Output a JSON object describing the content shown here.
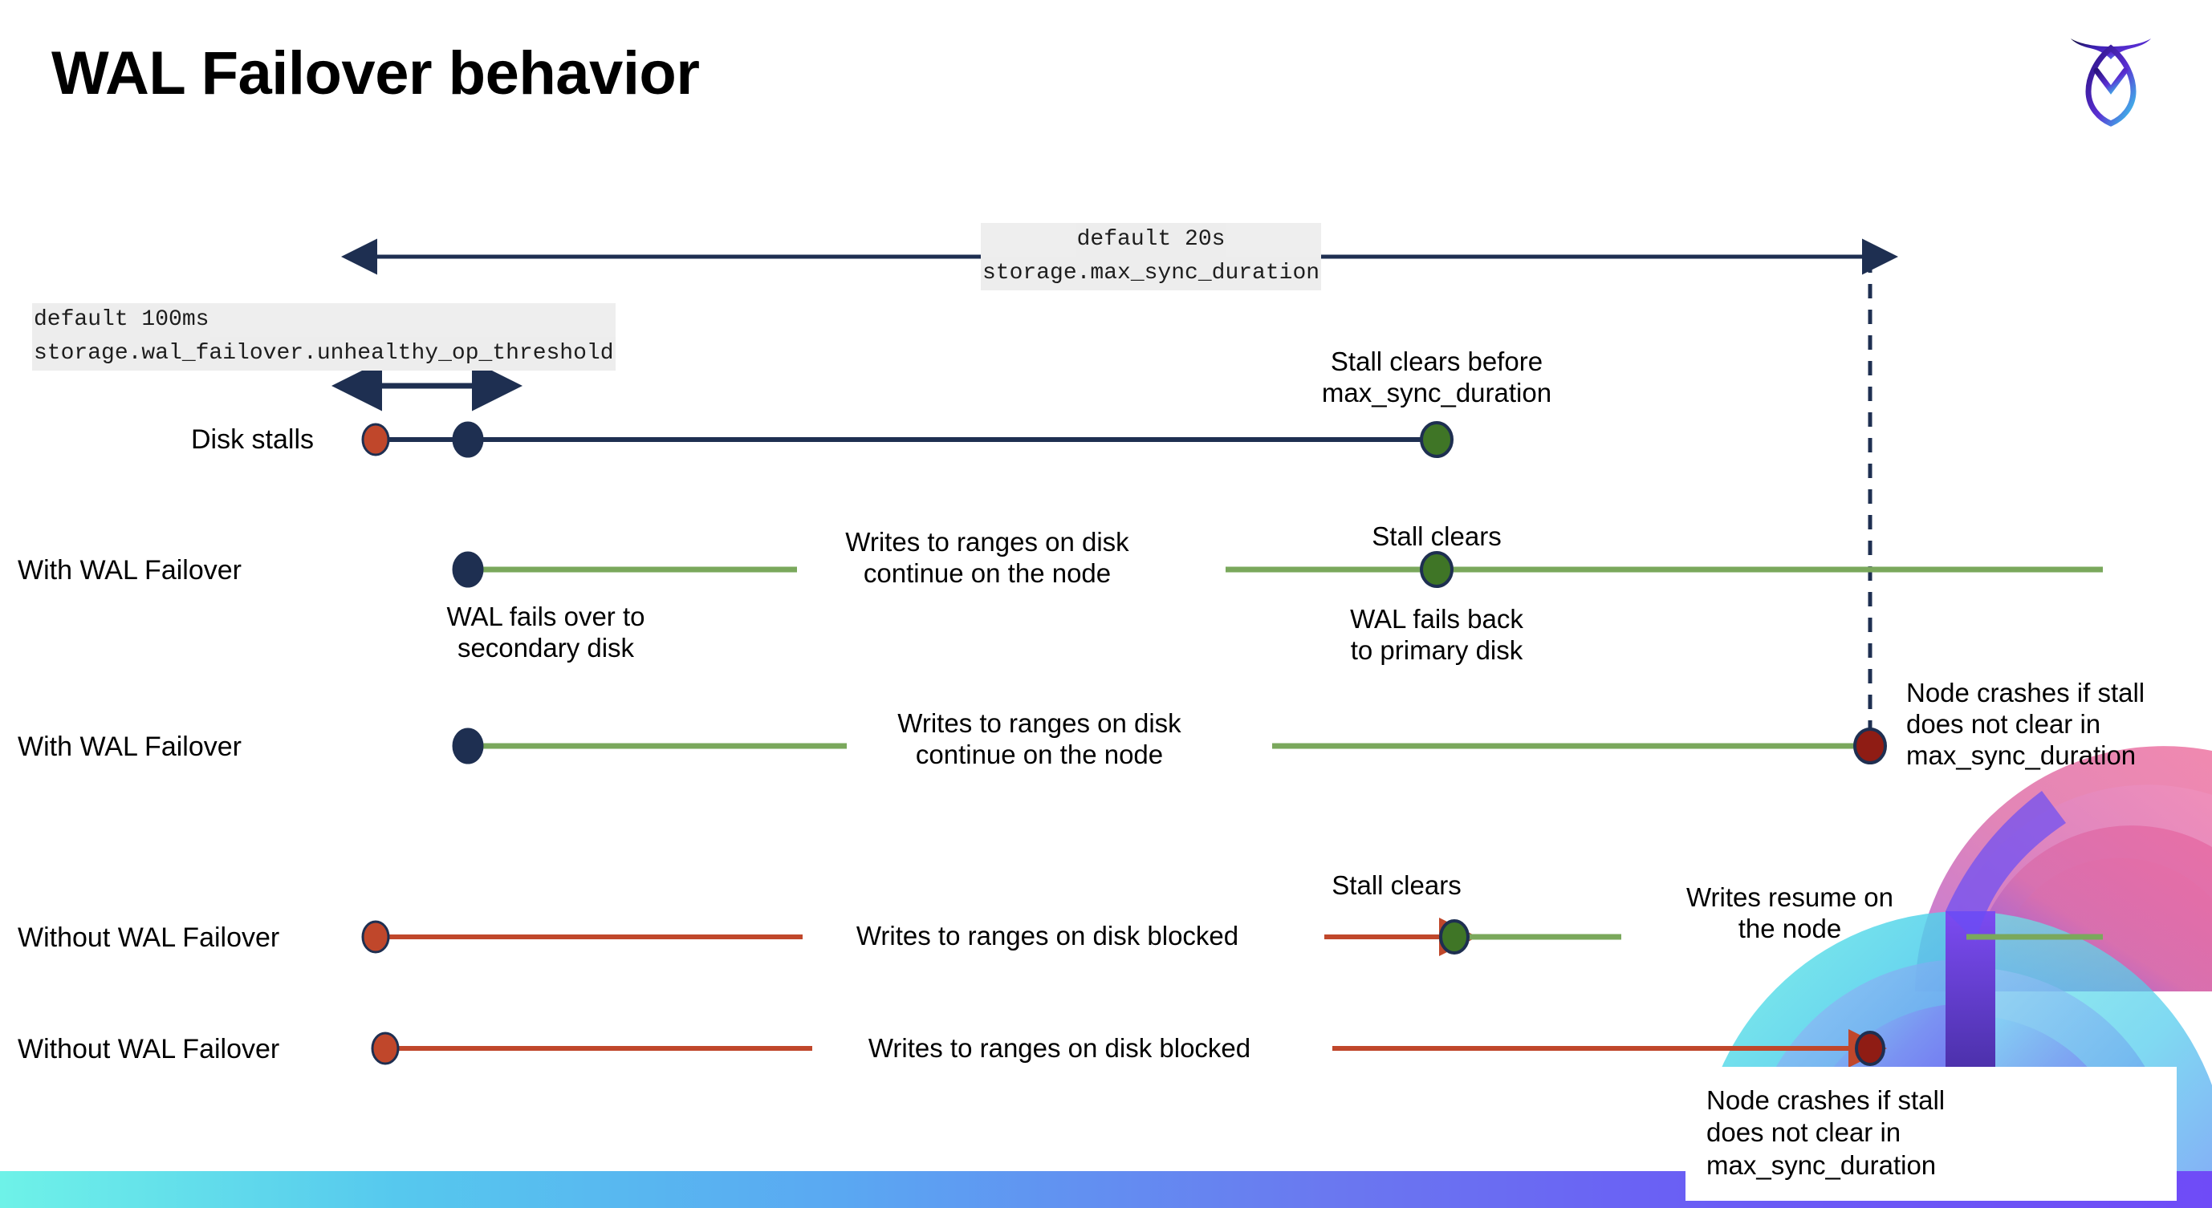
{
  "slide": {
    "title": "WAL Failover behavior",
    "logo_name": "cockroachdb-logo"
  },
  "colors": {
    "navy": "#1e2f51",
    "green": "#7aa85c",
    "green_dot": "#3f7526",
    "orange": "#c0472b",
    "red_dot": "#8f1c14",
    "code_bg": "#ededed"
  },
  "settings": {
    "max_sync": {
      "default": "default 20s",
      "name": "storage.max_sync_duration"
    },
    "unhealthy": {
      "default": "default 100ms",
      "name": "storage.wal_failover.unhealthy_op_threshold"
    }
  },
  "rows": {
    "disk_stalls": {
      "label": "Disk stalls",
      "note_stall_clears": "Stall clears before\nmax_sync_duration"
    },
    "with_failover_1": {
      "label": "With WAL Failover",
      "note_failover": "WAL fails over to\nsecondary disk",
      "note_writes": "Writes to ranges on disk\ncontinue on the node",
      "note_stall_clears": "Stall clears",
      "note_fails_back": "WAL fails  back\nto primary disk"
    },
    "with_failover_2": {
      "label": "With WAL Failover",
      "note_writes": "Writes to ranges on disk\ncontinue on the node",
      "note_crash": "Node crashes if stall\ndoes not clear in\nmax_sync_duration"
    },
    "without_failover_1": {
      "label": "Without WAL Failover",
      "note_blocked": "Writes to ranges on disk  blocked",
      "note_stall_clears": "Stall clears",
      "note_resume": "Writes resume on\nthe node"
    },
    "without_failover_2": {
      "label": "Without WAL Failover",
      "note_blocked": "Writes to ranges on disk  blocked",
      "note_crash": "Node crashes if stall\ndoes not clear in\nmax_sync_duration"
    }
  },
  "markers": {
    "stall_start": "stall-start-marker",
    "failover_point": "failover-marker",
    "stall_clear": "stall-clear-marker",
    "node_crash": "node-crash-marker"
  }
}
